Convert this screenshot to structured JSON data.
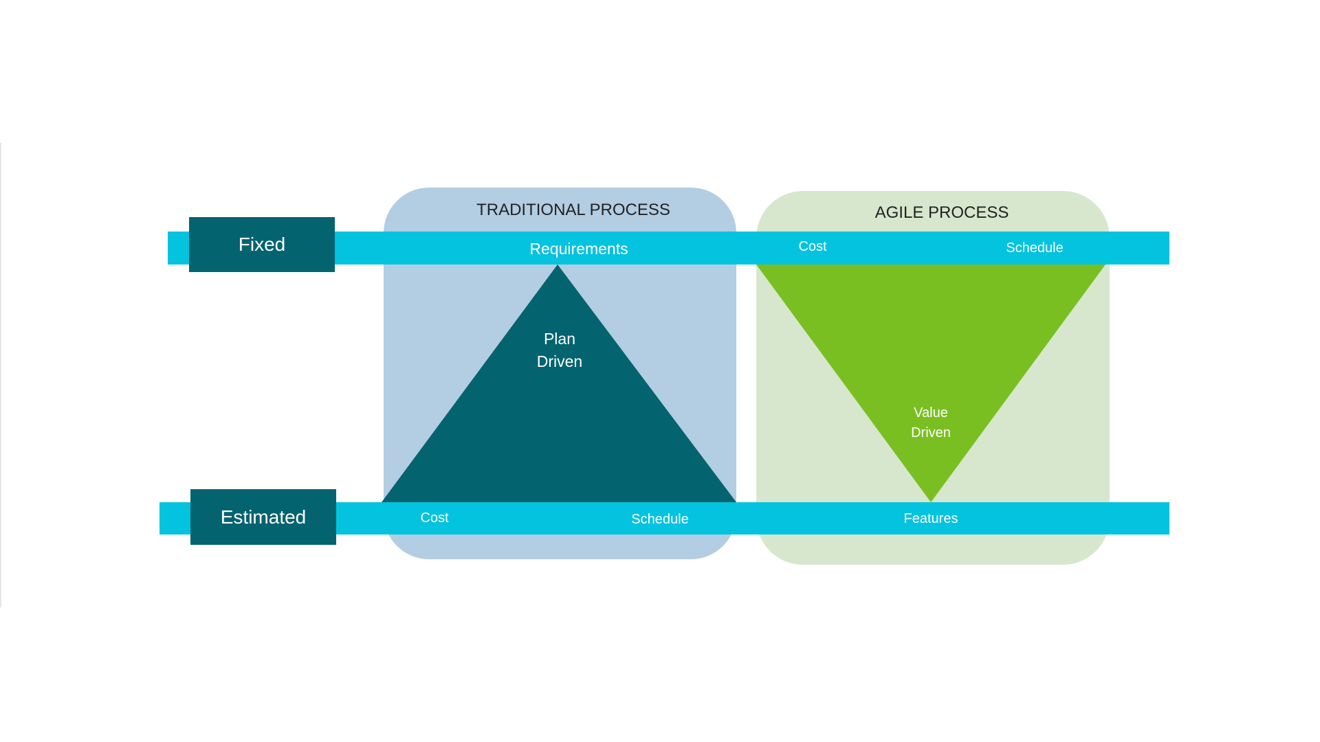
{
  "rows": {
    "fixed_label": "Fixed",
    "estimated_label": "Estimated"
  },
  "traditional": {
    "title": "TRADITIONAL PROCESS",
    "fixed_item": "Requirements",
    "triangle_label": [
      "Plan",
      "Driven"
    ],
    "estimated_items": [
      "Cost",
      "Schedule"
    ]
  },
  "agile": {
    "title": "AGILE PROCESS",
    "fixed_items": [
      "Cost",
      "Schedule"
    ],
    "triangle_label": [
      "Value",
      "Driven"
    ],
    "estimated_item": "Features"
  },
  "colors": {
    "band": "#04c3df",
    "tag": "#03646f",
    "traditional_panel": "#b3cde2",
    "agile_panel": "#d6e7cd",
    "plan_triangle": "#03646f",
    "value_triangle": "#7abf22"
  }
}
